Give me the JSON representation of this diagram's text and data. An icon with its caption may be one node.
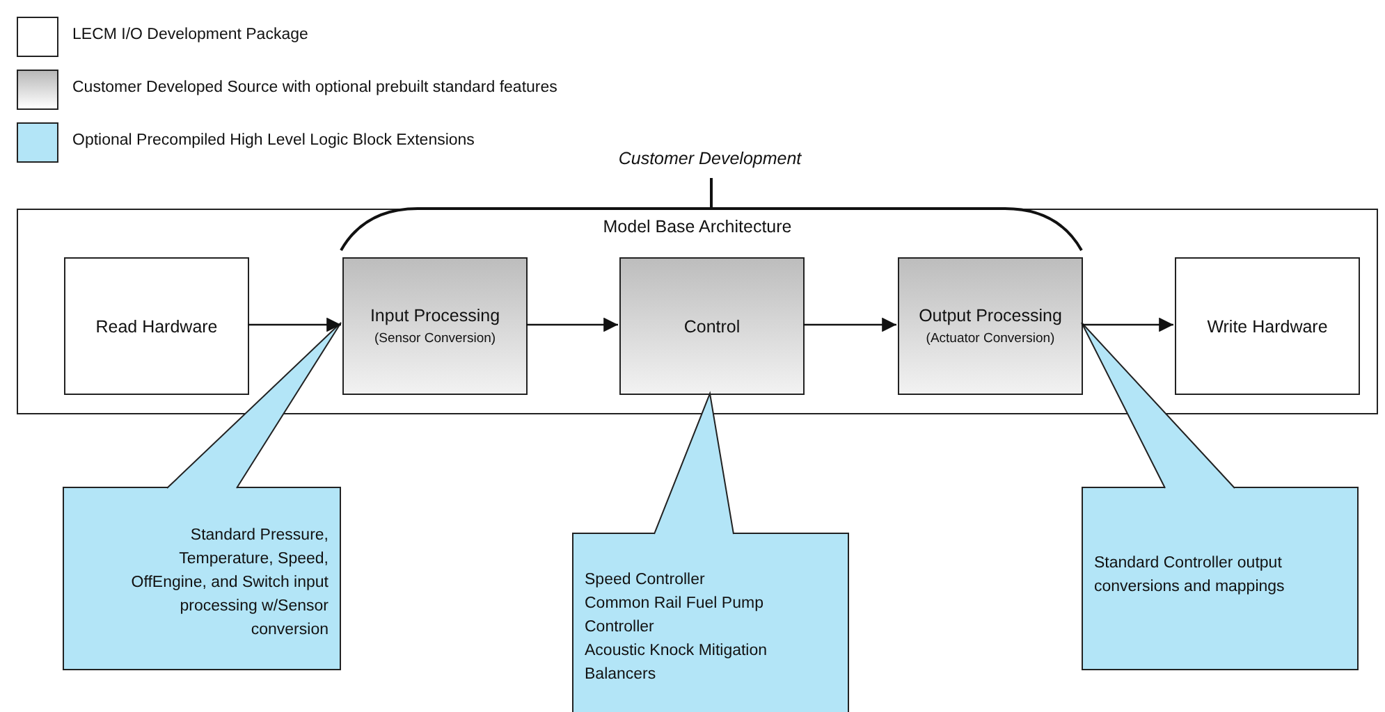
{
  "diagram": {
    "nodes": [
      {
        "text": [
          "Model Base Architecture"
        ]
      },
      {
        "text": [
          "Read Hardware"
        ],
        "in": 0
      },
      {
        "text": [
          "Input Processing",
          "(Sensor Conversion)"
        ],
        "in": 0
      },
      {
        "text": [
          "Control"
        ],
        "in": 0
      },
      {
        "text": [
          "Output Processing",
          "(Actuator Conversion)"
        ],
        "in": 0
      },
      {
        "text": [
          "Write Hardware"
        ],
        "in": 0
      },
      {
        "text": [
          "Standard Pressure, Temperature, Speed, OffEngine, and Switch input processing w/Sensor conversion"
        ]
      },
      {
        "text": [
          "Speed Controller",
          "Common Rail Fuel Pump Controller",
          "Acoustic Knock Mitigation",
          "Balancers"
        ]
      },
      {
        "text": [
          "Standard Controller output conversions and mappings"
        ]
      }
    ],
    "edges": [
      {
        "from": 1,
        "to": 2,
        "arrow": "to"
      },
      {
        "from": 2,
        "to": 3,
        "arrow": "to"
      },
      {
        "from": 3,
        "to": 4,
        "arrow": "to"
      },
      {
        "from": 4,
        "to": 5,
        "arrow": "to"
      }
    ],
    "labels": [
      "Customer Development"
    ],
    "legend": [
      {
        "text": "LECM I/O Development Package",
        "color": "#ffffff"
      },
      {
        "text": "Customer Developed Source with optional prebuilt standard features",
        "color": "#d4d4d4"
      },
      {
        "text": "Optional Precompiled High Level Logic Block Extensions",
        "color": "#b3e5f7"
      }
    ]
  }
}
